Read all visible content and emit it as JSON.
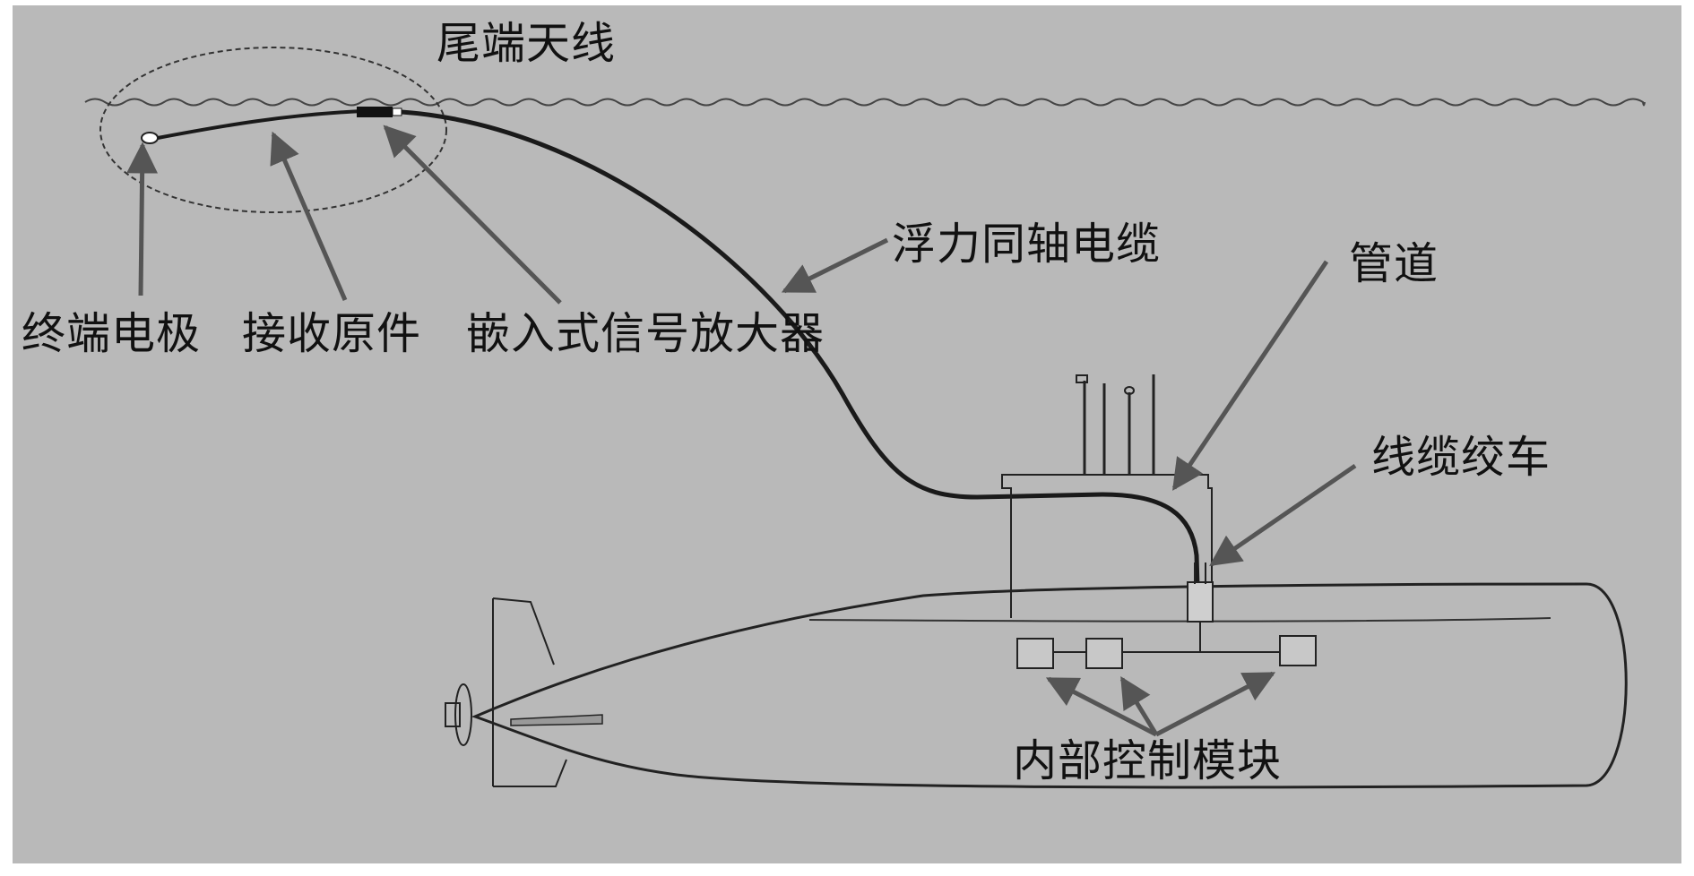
{
  "labels": {
    "tail_antenna": "尾端天线",
    "buoyant_coax": "浮力同轴电缆",
    "pipe": "管道",
    "terminal_electrode": "终端电极",
    "receiving_element": "接收原件",
    "embedded_amplifier": "嵌入式信号放大器",
    "cable_winch": "线缆绞车",
    "internal_control_modules": "内部控制模块"
  },
  "colors": {
    "background": "#b9b9b9",
    "line": "#1a1a1a",
    "arrow": "#555555",
    "text": "#111111"
  }
}
